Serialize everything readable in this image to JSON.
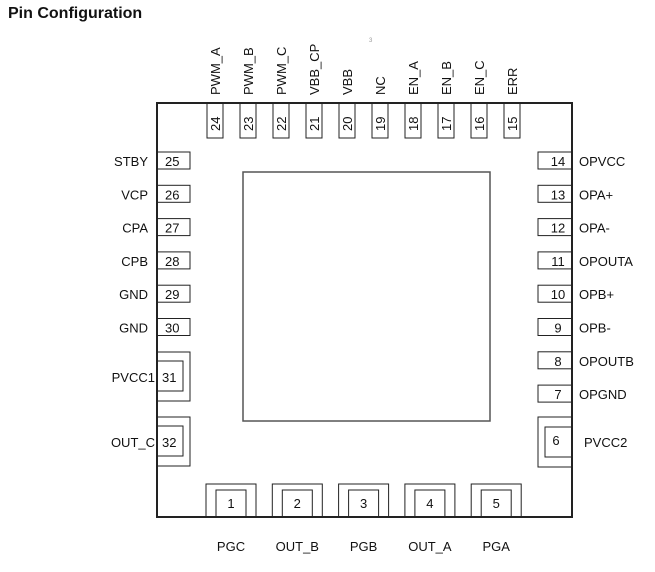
{
  "title": "Pin Configuration",
  "stray_mark": "3",
  "top_pins": [
    {
      "num": "24",
      "name": "PWM_A"
    },
    {
      "num": "23",
      "name": "PWM_B"
    },
    {
      "num": "22",
      "name": "PWM_C"
    },
    {
      "num": "21",
      "name": "VBB_CP"
    },
    {
      "num": "20",
      "name": "VBB"
    },
    {
      "num": "19",
      "name": "NC"
    },
    {
      "num": "18",
      "name": "EN_A"
    },
    {
      "num": "17",
      "name": "EN_B"
    },
    {
      "num": "16",
      "name": "EN_C"
    },
    {
      "num": "15",
      "name": "ERR"
    }
  ],
  "left_pins": [
    {
      "num": "25",
      "name": "STBY"
    },
    {
      "num": "26",
      "name": "VCP"
    },
    {
      "num": "27",
      "name": "CPA"
    },
    {
      "num": "28",
      "name": "CPB"
    },
    {
      "num": "29",
      "name": "GND"
    },
    {
      "num": "30",
      "name": "GND"
    }
  ],
  "left_power_pins": [
    {
      "num": "31",
      "name": "PVCC1"
    },
    {
      "num": "32",
      "name": "OUT_C"
    }
  ],
  "right_pins": [
    {
      "num": "14",
      "name": "OPVCC"
    },
    {
      "num": "13",
      "name": "OPA+"
    },
    {
      "num": "12",
      "name": "OPA-"
    },
    {
      "num": "11",
      "name": "OPOUTA"
    },
    {
      "num": "10",
      "name": "OPB+"
    },
    {
      "num": "9",
      "name": "OPB-"
    },
    {
      "num": "8",
      "name": "OPOUTB"
    },
    {
      "num": "7",
      "name": "OPGND"
    }
  ],
  "right_power_pins": [
    {
      "num": "6",
      "name": "PVCC2"
    }
  ],
  "bottom_pins": [
    {
      "num": "1",
      "name": "PGC"
    },
    {
      "num": "2",
      "name": "OUT_B"
    },
    {
      "num": "3",
      "name": "PGB"
    },
    {
      "num": "4",
      "name": "OUT_A"
    },
    {
      "num": "5",
      "name": "PGA"
    }
  ]
}
